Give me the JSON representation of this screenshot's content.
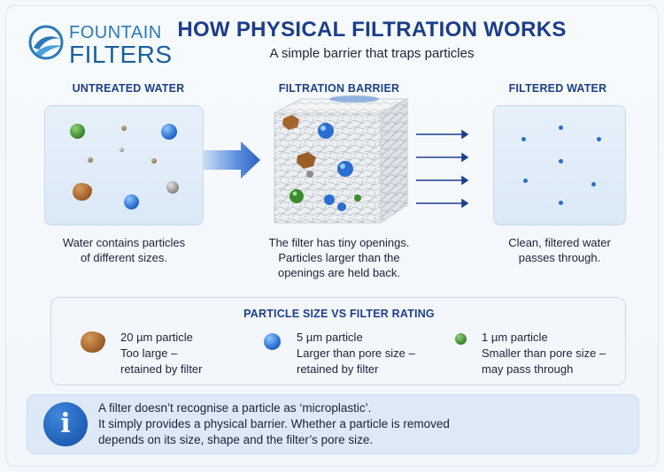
{
  "brand": {
    "line1": "FOUNTAIN",
    "line2": "FILTERS",
    "color": "#2a79b8"
  },
  "header": {
    "title": "HOW PHYSICAL FILTRATION WORKS",
    "subtitle": "A simple barrier that traps particles"
  },
  "stages": [
    {
      "heading": "UNTREATED WATER",
      "text": [
        "Water contains particles",
        "of different sizes."
      ]
    },
    {
      "heading": "FILTRATION BARRIER",
      "text": [
        "The filter has tiny openings.",
        "Particles larger than the",
        "openings are held back."
      ]
    },
    {
      "heading": "FILTERED WATER",
      "text": [
        "Clean, filtered water",
        "passes through."
      ]
    }
  ],
  "legend": {
    "title": "PARTICLE SIZE VS FILTER RATING",
    "items": [
      {
        "name": "20 µm particle",
        "desc": [
          "Too large –",
          "retained by filter"
        ],
        "icon": "brown-rock-particle"
      },
      {
        "name": "5 µm particle",
        "desc": [
          "Larger than pore size –",
          "retained by filter"
        ],
        "icon": "blue-sphere-particle"
      },
      {
        "name": "1 µm particle",
        "desc": [
          "Smaller than pore size –",
          "may pass through"
        ],
        "icon": "green-sphere-particle"
      }
    ]
  },
  "info": {
    "icon": "i",
    "lines": [
      "A filter doesn’t recognise a particle as ‘microplastic’.",
      "It simply provides a physical barrier. Whether a particle is removed",
      "depends on its size, shape and the filter’s pore size."
    ]
  },
  "colors": {
    "heading_blue": "#1f3f86",
    "particle_blue": "#2a6fd0",
    "arrow_blue": "#1b3f8f"
  }
}
